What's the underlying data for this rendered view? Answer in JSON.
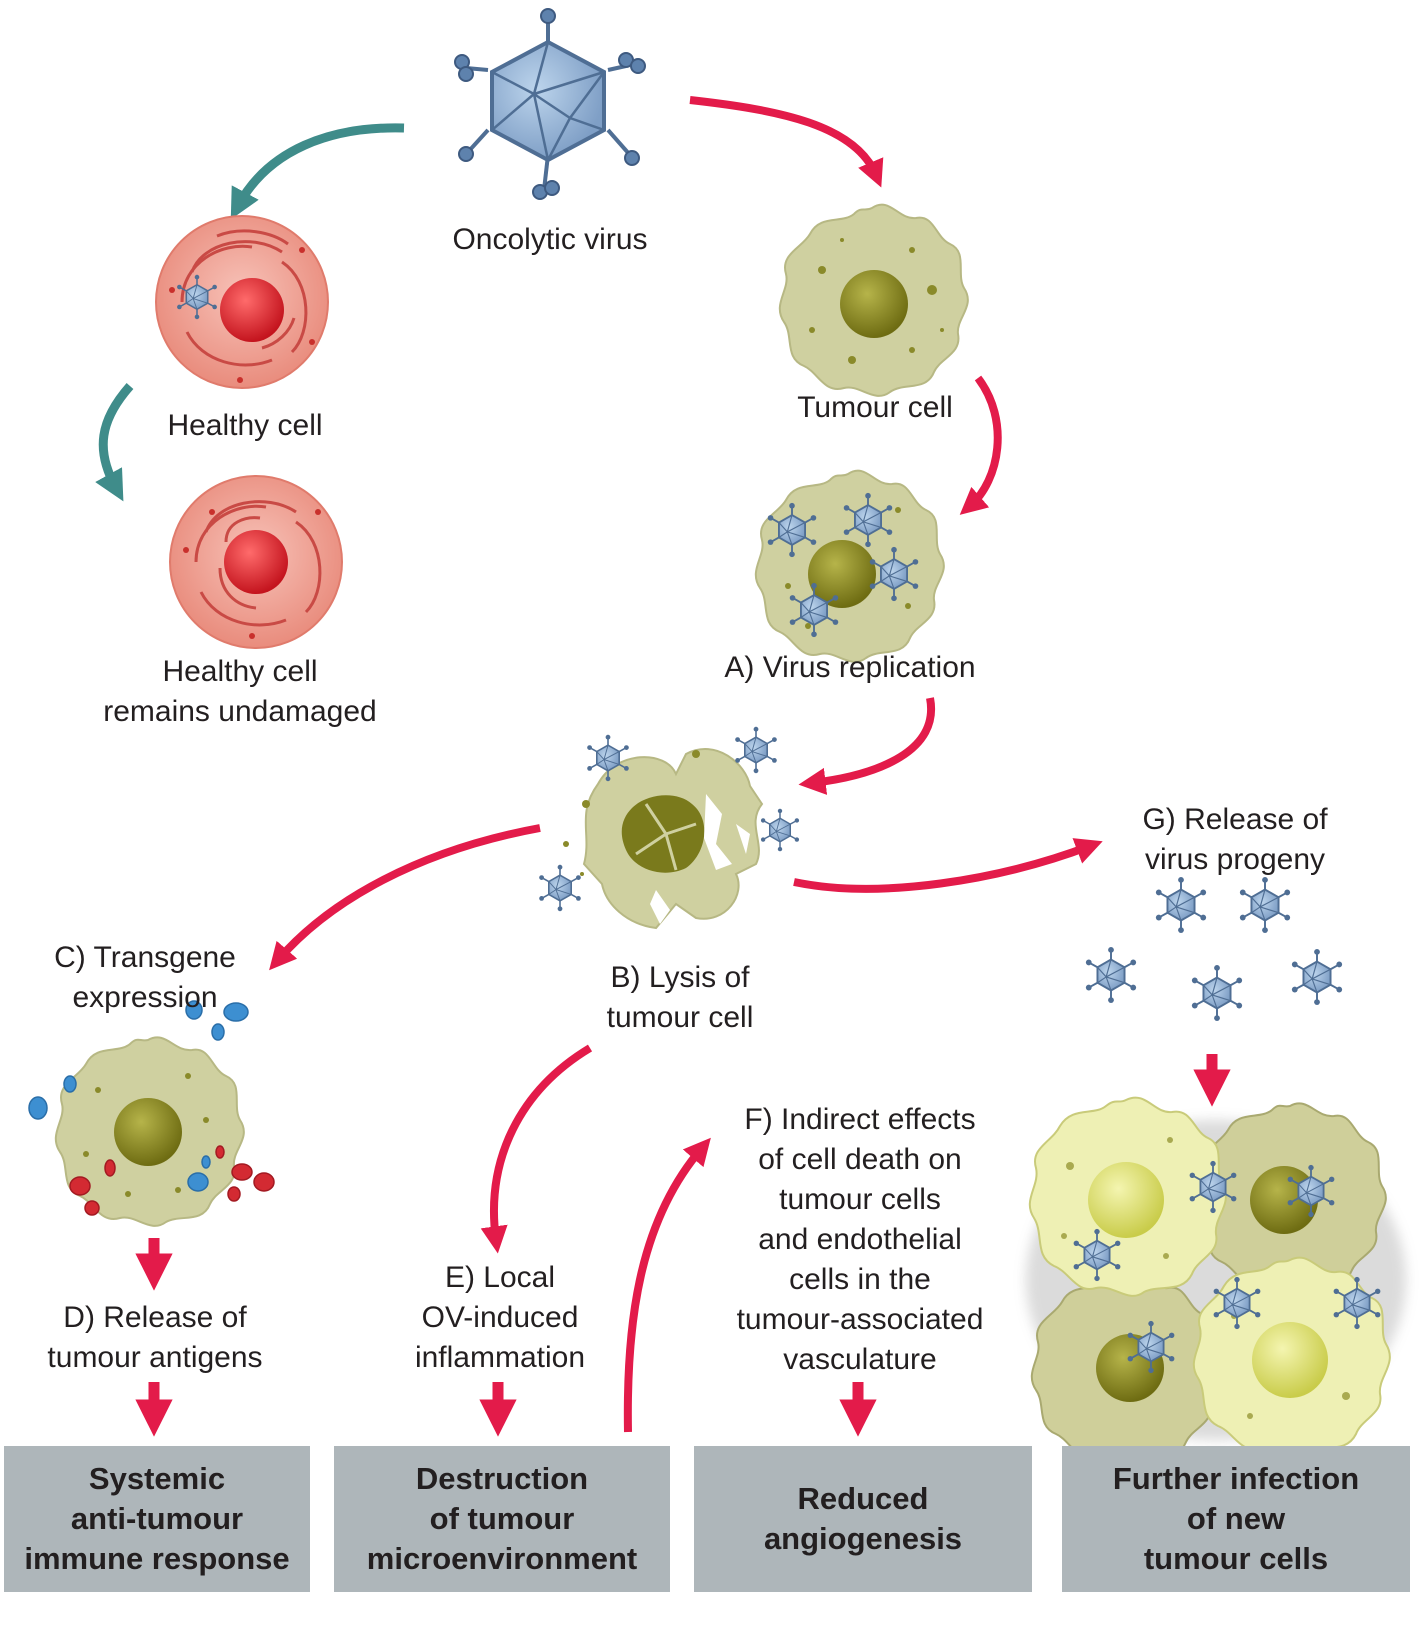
{
  "labels": {
    "oncolytic_virus": "Oncolytic virus",
    "healthy_cell": "Healthy cell",
    "healthy_undamaged": [
      "Healthy cell",
      "remains undamaged"
    ],
    "tumour_cell": "Tumour cell",
    "virus_replication": "A) Virus replication",
    "lysis": [
      "B) Lysis of",
      "tumour cell"
    ],
    "transgene": [
      "C) Transgene",
      "expression"
    ],
    "antigens": [
      "D) Release of",
      "tumour antigens"
    ],
    "inflammation": [
      "E) Local",
      "OV-induced",
      "inflammation"
    ],
    "indirect_effects": [
      "F) Indirect effects",
      "of cell death on",
      "tumour cells",
      "and endothelial",
      "cells in the",
      "tumour-associated",
      "vasculature"
    ],
    "progeny": [
      "G) Release of",
      "virus progeny"
    ]
  },
  "outcomes": [
    [
      "Systemic",
      "anti-tumour",
      "immune response"
    ],
    [
      "Destruction",
      "of tumour",
      "microenvironment"
    ],
    [
      "Reduced",
      "angiogenesis"
    ],
    [
      "Further infection",
      "of new",
      "tumour cells"
    ]
  ],
  "colors": {
    "red_arrow": "#e31b4a",
    "teal_arrow": "#3f8c8a",
    "virus": "#8fb1d6",
    "virus_outline": "#4f6e94",
    "healthy_cell": "#ef9a8c",
    "tumour_cell": "#cfd0a0",
    "tumour_nucleus": "#8a8a2a",
    "new_tumour_cell": "#eef0b4",
    "outcome_box": "#aeb6ba"
  }
}
